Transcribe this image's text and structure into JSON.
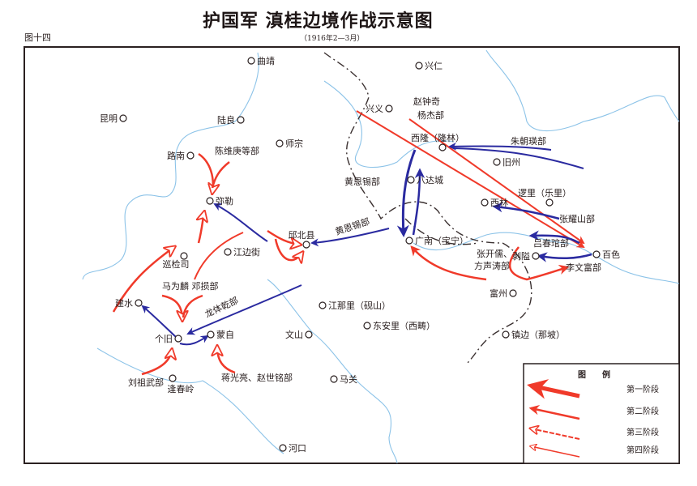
{
  "header": {
    "figure_number": "图十四",
    "title": "护国军 滇桂边境作战示意图",
    "subtitle": "（1916年2—3月）"
  },
  "colors": {
    "red_arrow": "#f03a2a",
    "blue_arrow": "#2a2aa0",
    "river": "#8cc3e8",
    "border": "#3a3030"
  },
  "places": [
    {
      "name": "曲靖"
    },
    {
      "name": "兴仁"
    },
    {
      "name": "昆明"
    },
    {
      "name": "陆良"
    },
    {
      "name": "师宗"
    },
    {
      "name": "路南"
    },
    {
      "name": "弥勒"
    },
    {
      "name": "江边街"
    },
    {
      "name": "巡检司"
    },
    {
      "name": "邱北县"
    },
    {
      "name": "建水"
    },
    {
      "name": "个旧"
    },
    {
      "name": "蒙自"
    },
    {
      "name": "文山"
    },
    {
      "name": "江那里（砚山）"
    },
    {
      "name": "东安里（西畴）"
    },
    {
      "name": "马关"
    },
    {
      "name": "逢春岭"
    },
    {
      "name": "河口"
    },
    {
      "name": "兴义"
    },
    {
      "name": "西隆（隆林）"
    },
    {
      "name": "旧州"
    },
    {
      "name": "八达城"
    },
    {
      "name": "西林"
    },
    {
      "name": "逻里（乐里）"
    },
    {
      "name": "广南（宝宁）"
    },
    {
      "name": "百色"
    },
    {
      "name": "剥隘"
    },
    {
      "name": "富州"
    },
    {
      "name": "镇边（那坡）"
    }
  ],
  "troops": [
    {
      "name": "赵钟奇"
    },
    {
      "name": "杨杰部"
    },
    {
      "name": "朱朝瑛部"
    },
    {
      "name": "黄恩锡部"
    },
    {
      "name": "黄恩锡部"
    },
    {
      "name": "张耀山部"
    },
    {
      "name": "吕春琯部"
    },
    {
      "name": "张开儒、"
    },
    {
      "name": "方声涛部"
    },
    {
      "name": "李文富部"
    },
    {
      "name": "陈维庚等部"
    },
    {
      "name": "马为麟 邓损部"
    },
    {
      "name": "龙体乾部"
    },
    {
      "name": "刘祖武部"
    },
    {
      "name": "蒋光亮、赵世铭部"
    }
  ],
  "legend": {
    "title": "图　　例",
    "items": [
      {
        "label": "第一阶段"
      },
      {
        "label": "第二阶段"
      },
      {
        "label": "第三阶段"
      },
      {
        "label": "第四阶段"
      }
    ]
  }
}
